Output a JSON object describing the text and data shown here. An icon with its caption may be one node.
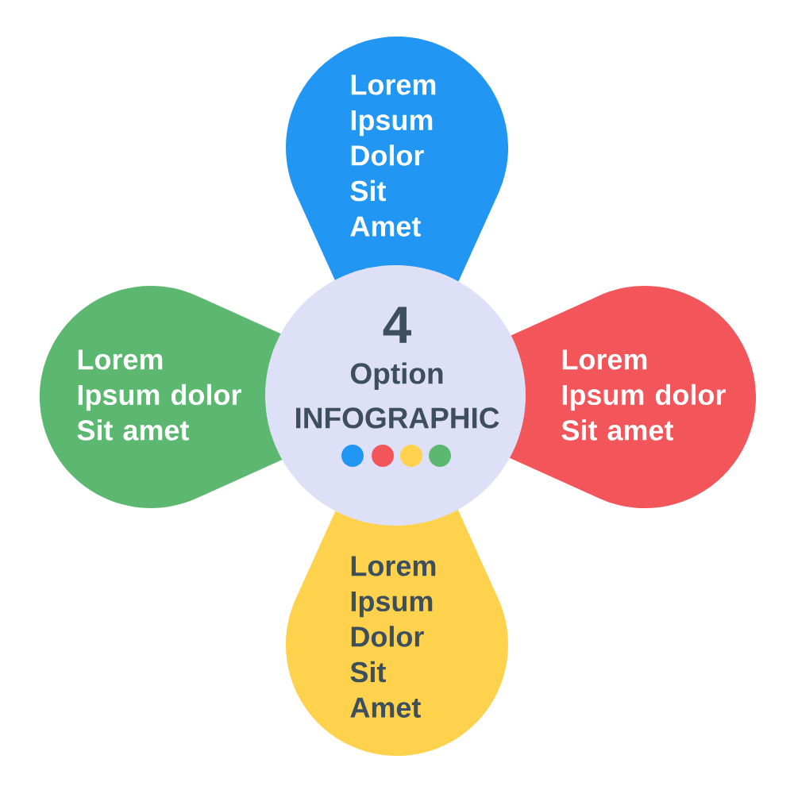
{
  "diagram": {
    "nodes": [
      {
        "text": [
          "Lorem Ipsum Dolor Sit Amet"
        ]
      },
      {
        "text": [
          "Lorem Ipsum dolor Sit amet"
        ]
      },
      {
        "text": [
          "4",
          "Option INFOGRAPHIC"
        ]
      },
      {
        "text": [
          "Lorem Ipsum dolor Sit amet"
        ]
      },
      {
        "text": [
          "Lorem Ipsum Dolor Sit Amet"
        ]
      }
    ]
  }
}
